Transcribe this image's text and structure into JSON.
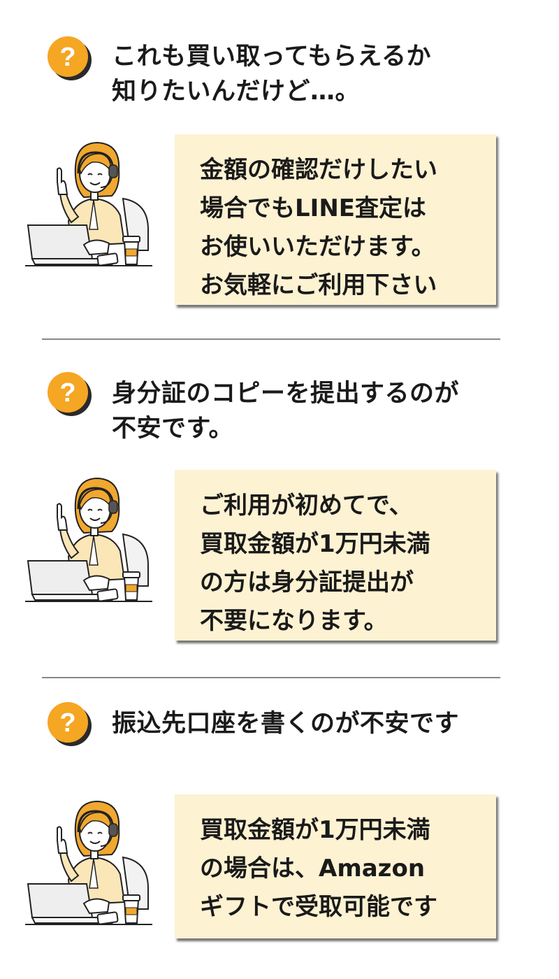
{
  "faqs": [
    {
      "question": "これも買い取ってもらえるか\n知りたいんだけど…。",
      "answer": "金額の確認だけしたい\n場合でもLINE査定は\nお使いいただけます。\nお気軽にご利用下さい"
    },
    {
      "question": "身分証のコピーを提出するのが\n不安です。",
      "answer": "ご利用が初めてで、\n買取金額が1万円未満\nの方は身分証提出が\n不要になります。"
    },
    {
      "question": "振込先口座を書くのが不安です",
      "answer": "買取金額が1万円未満\nの場合は、Amazon\nギフトで受取可能です"
    }
  ],
  "icons": {
    "question": "question-mark-icon",
    "operator": "support-operator-illustration"
  },
  "colors": {
    "badge": "#f5a623",
    "badge_shadow": "#2a2a2a",
    "answer_bg": "#fdf2d2",
    "divider": "#888888",
    "hair": "#f0a830"
  }
}
